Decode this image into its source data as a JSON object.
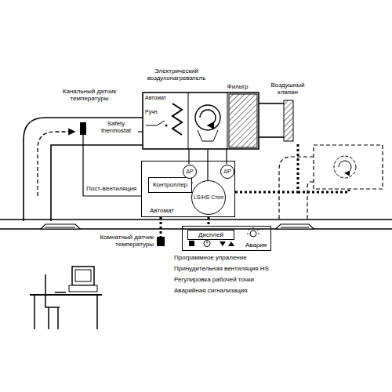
{
  "diagram": {
    "nodes": [
      {
        "text": [
          "Автомат"
        ]
      },
      {
        "text": [
          "Контроллер"
        ],
        "in": 0
      },
      {
        "text": [
          "ΔP"
        ],
        "in": 0
      },
      {
        "text": [
          "ΔP"
        ],
        "in": 0
      },
      {
        "text": [
          "LS/HS Стоп"
        ],
        "in": 0
      },
      {
        "text": [
          "Авария"
        ]
      },
      {
        "text": [
          "Дисплей"
        ],
        "in": 5
      }
    ],
    "edges": [
      {
        "from": 0,
        "to": 5,
        "arrow": "none"
      }
    ],
    "labels": [
      "Канальный датчик температуры",
      "Safety thermostat",
      "Электрический воздухонагреватель",
      "Фильтр",
      "Воздушный клапан",
      "Автомат",
      "Ручн.",
      "Пост-вентиляция",
      "Комнатный датчик температуры",
      "Программное упраление",
      "Принудительная вентиляция HS",
      "Регулировка рабочей точки",
      "Аварийная сигнализация"
    ]
  }
}
